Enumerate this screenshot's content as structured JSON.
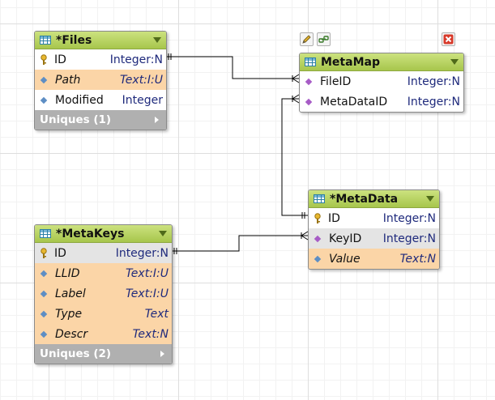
{
  "entities": {
    "files": {
      "title": "*Files",
      "fields": [
        {
          "name": "ID",
          "type": "Integer:N"
        },
        {
          "name": "Path",
          "type": "Text:I:U"
        },
        {
          "name": "Modified",
          "type": "Integer"
        }
      ],
      "uniques": "Uniques (1)"
    },
    "metamap": {
      "title": "MetaMap",
      "fields": [
        {
          "name": "FileID",
          "type": "Integer:N"
        },
        {
          "name": "MetaDataID",
          "type": "Integer:N"
        }
      ]
    },
    "metadata": {
      "title": "*MetaData",
      "fields": [
        {
          "name": "ID",
          "type": "Integer:N"
        },
        {
          "name": "KeyID",
          "type": "Integer:N"
        },
        {
          "name": "Value",
          "type": "Text:N"
        }
      ]
    },
    "metakeys": {
      "title": "*MetaKeys",
      "fields": [
        {
          "name": "ID",
          "type": "Integer:N"
        },
        {
          "name": "LLID",
          "type": "Text:I:U"
        },
        {
          "name": "Label",
          "type": "Text:I:U"
        },
        {
          "name": "Type",
          "type": "Text"
        },
        {
          "name": "Descr",
          "type": "Text:N"
        }
      ],
      "uniques": "Uniques (2)"
    }
  },
  "toolbar": {
    "edit_icon": "pencil-icon",
    "link_icon": "link-icon",
    "delete_icon": "delete-icon"
  },
  "colors": {
    "header": "#a7c64c",
    "highlight": "#fbd5a7",
    "type_text": "#1f2a7c",
    "uniques_bar": "#b0b0b0",
    "connector": "#000000"
  }
}
